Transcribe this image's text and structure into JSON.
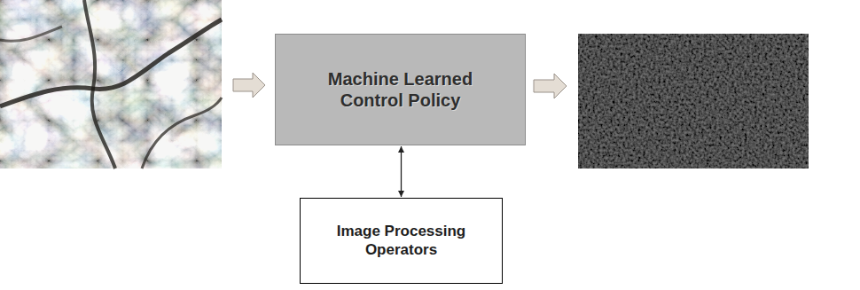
{
  "diagram": {
    "nodes": [
      {
        "text": [
          "Machine Learned Control Policy"
        ]
      },
      {
        "text": [
          "Image Processing Operators"
        ]
      }
    ],
    "edges": [
      {
        "from": 0,
        "to": 1,
        "arrow": "both"
      }
    ]
  }
}
